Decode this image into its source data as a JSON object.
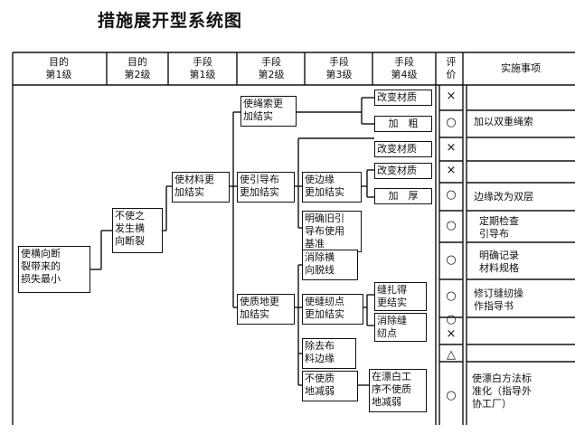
{
  "title": "措施展开型系统图",
  "headers": {
    "purpose1": [
      "目的",
      "第1级"
    ],
    "purpose2": [
      "目的",
      "第2级"
    ],
    "means1": [
      "手段",
      "第1级"
    ],
    "means2": [
      "手段",
      "第2级"
    ],
    "means3": [
      "手段",
      "第3级"
    ],
    "means4": [
      "手段",
      "第4级"
    ],
    "eval": [
      "评",
      "价"
    ],
    "action": "实施事项"
  },
  "nodes": {
    "p1": [
      "使横向断",
      "裂带来的",
      "损失最小"
    ],
    "p2": [
      "不使之",
      "发生横",
      "向断裂"
    ],
    "m1": [
      "使材料更",
      "加结实"
    ],
    "m2a": [
      "使绳索更",
      "加结实"
    ],
    "m2b": [
      "使引导布",
      "更加结实"
    ],
    "m2c": [
      "使质地更",
      "加结实"
    ],
    "m3a": [
      "使边缘",
      "更加结实"
    ],
    "m3b": [
      "明确旧引",
      "导布使用",
      "基准"
    ],
    "m3c": [
      "消除横",
      "向脱线"
    ],
    "m3d": [
      "使缝纫点",
      "更加结实"
    ],
    "m3e": [
      "除去布",
      "料边缘"
    ],
    "m3f": [
      "不使质",
      "地减弱"
    ],
    "m4a": [
      "改变材质"
    ],
    "m4b": [
      "加　粗"
    ],
    "m4c": [
      "改变材质"
    ],
    "m4d": [
      "改变材质"
    ],
    "m4e": [
      "加　厚"
    ],
    "m4f": [
      "缝扎得",
      "更结实"
    ],
    "m4g": [
      "消除缝",
      "纫点"
    ],
    "m4h": [
      "在漂白工",
      "序不使质",
      "地减弱"
    ]
  },
  "evaluations": [
    "×",
    "○",
    "×",
    "×",
    "○",
    "○",
    "○",
    "○",
    "○",
    "×",
    "△",
    "○"
  ],
  "actions": {
    "a1": [
      "加以双重绳索"
    ],
    "a2": [
      "边缘改为双层"
    ],
    "a3": [
      "定期检查",
      "引导布"
    ],
    "a4": [
      "明确记录",
      "材料规格"
    ],
    "a5": [
      "修订缝纫操",
      "作指导书"
    ],
    "a6": [
      "使漂白方法标",
      "准化（指导外",
      "协工厂）"
    ]
  }
}
